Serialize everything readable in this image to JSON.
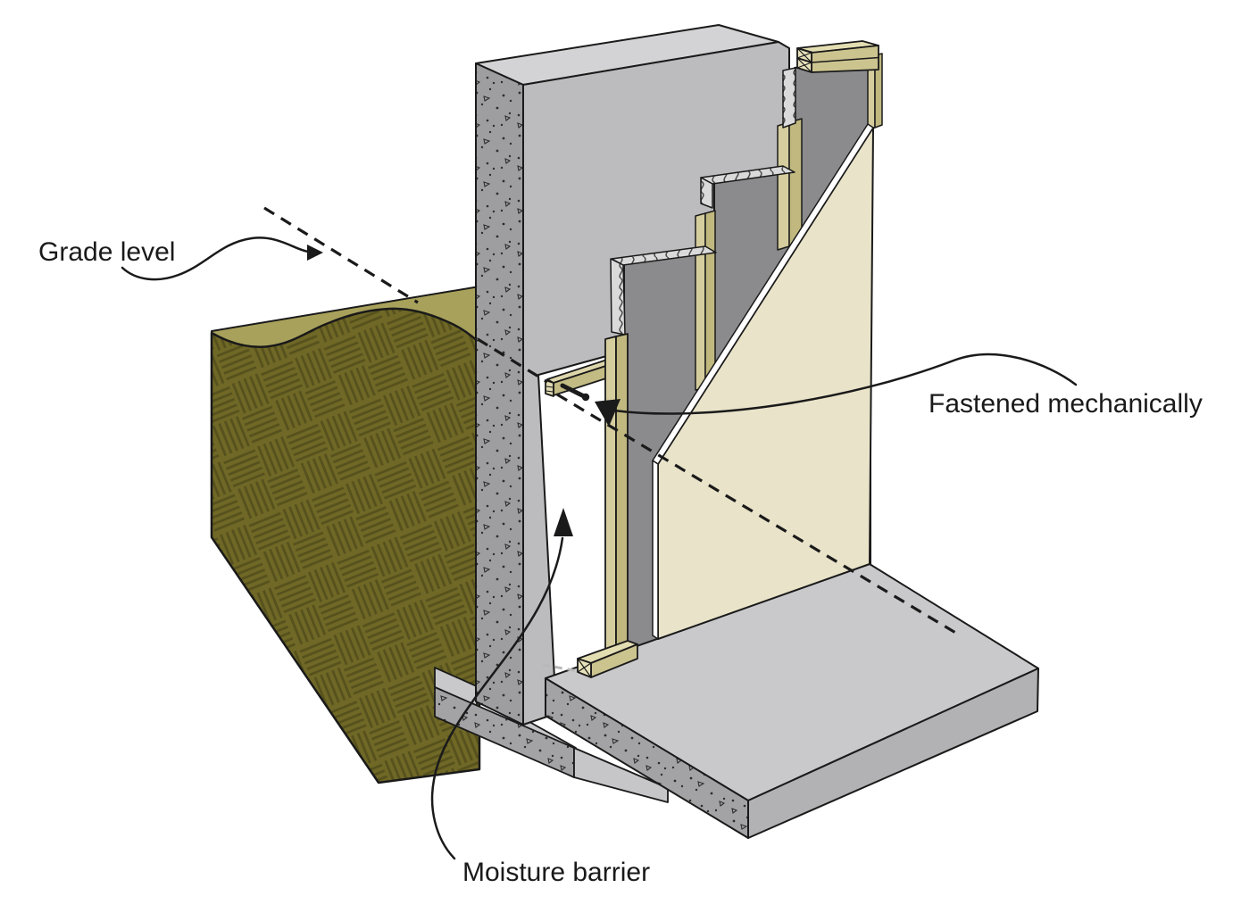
{
  "diagram": {
    "type": "isometric-construction-detail",
    "subject": "basement wall interior insulation detail",
    "labels": {
      "grade_level": "Grade level",
      "fastened_mechanically": "Fastened mechanically",
      "moisture_barrier": "Moisture barrier"
    },
    "components": [
      "soil",
      "concrete-foundation-wall",
      "footing",
      "floor-slab",
      "moisture-barrier-sheet",
      "furring-strip",
      "screw-fastener",
      "batt-insulation",
      "wood-studs",
      "double-top-plate",
      "bottom-plate",
      "drywall-panel",
      "grade-level-dashed-line"
    ],
    "colors": {
      "soil": "#6f6826",
      "soil_surface": "#a8a15b",
      "soil_hatch": "#56511d",
      "concrete_face": "#bcbcbf",
      "concrete_top": "#d3d3d5",
      "concrete_cut": "#9e9ea0",
      "slab_top": "#c9c9cc",
      "wood_light": "#d5cd9e",
      "wood_dark": "#c0b87f",
      "plate_face": "#ccc48f",
      "insulation_board": "#8b8b8d",
      "batt_cut_edge": "#dadada",
      "drywall": "#e9e3c9",
      "moisture_barrier": "#ffffff",
      "outline": "#1a1a1a"
    }
  }
}
